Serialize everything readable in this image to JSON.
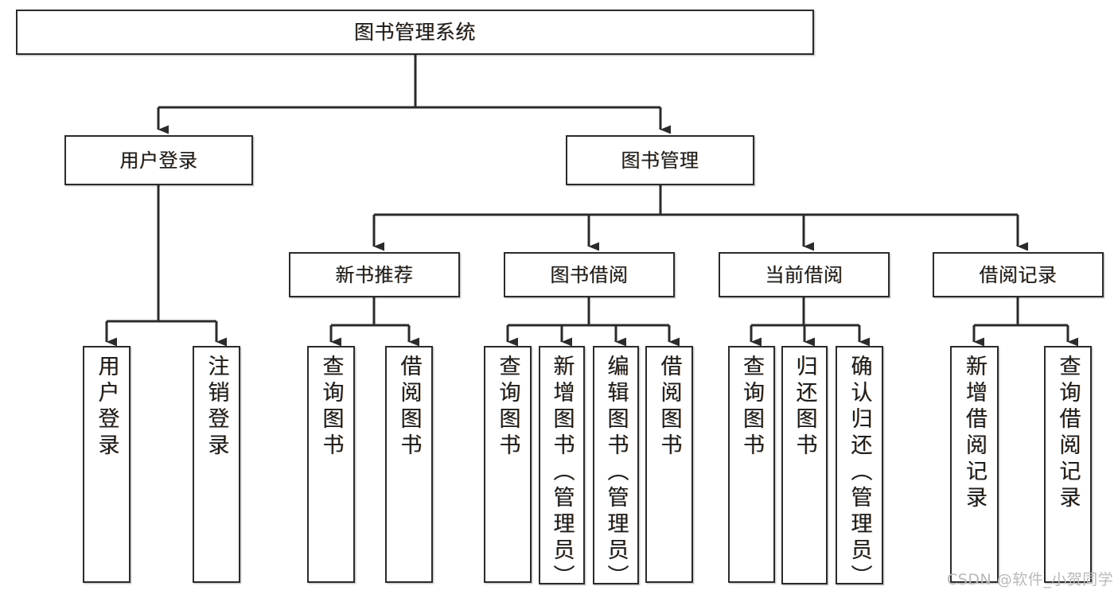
{
  "diagram": {
    "type": "tree",
    "title": "图书管理系统",
    "root": {
      "label": "图书管理系统"
    },
    "level1": [
      {
        "label": "用户登录"
      },
      {
        "label": "图书管理"
      }
    ],
    "level2": [
      {
        "label": "新书推荐"
      },
      {
        "label": "图书借阅"
      },
      {
        "label": "当前借阅"
      },
      {
        "label": "借阅记录"
      }
    ],
    "leaves": {
      "user_login": [
        {
          "label": "用户登录"
        },
        {
          "label": "注销登录"
        }
      ],
      "new_book_recommend": [
        {
          "label": "查询图书"
        },
        {
          "label": "借阅图书"
        }
      ],
      "book_borrow": [
        {
          "label": "查询图书"
        },
        {
          "label": "新增图书（管理员）"
        },
        {
          "label": "编辑图书（管理员）"
        },
        {
          "label": "借阅图书"
        }
      ],
      "current_borrow": [
        {
          "label": "查询图书"
        },
        {
          "label": "归还图书"
        },
        {
          "label": "确认归还（管理员）"
        }
      ],
      "borrow_records": [
        {
          "label": "新增借阅记录"
        },
        {
          "label": "查询借阅记录"
        }
      ]
    }
  },
  "watermark": {
    "text": "CSDN @软件_小贺同学"
  },
  "colors": {
    "stroke": "#2b2b2b",
    "background": "#ffffff",
    "text": "#1d1d1d",
    "watermark": "#b9b9b9"
  }
}
